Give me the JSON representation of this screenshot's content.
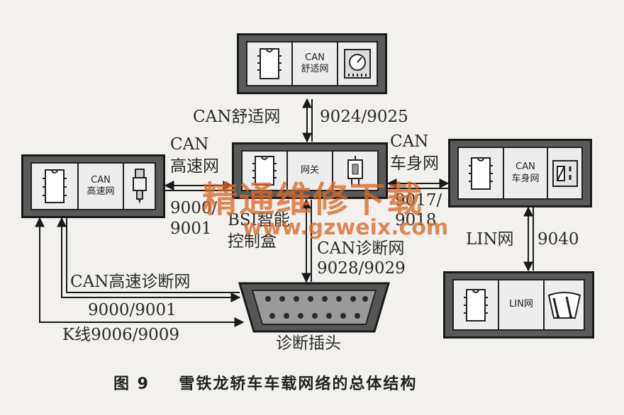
{
  "modules": {
    "comfort": {
      "line1": "CAN",
      "line2": "舒适网"
    },
    "highspeed": {
      "line1": "CAN",
      "line2": "高速网"
    },
    "gateway": {
      "line1": "网关"
    },
    "body": {
      "line1": "CAN",
      "line2": "车身网"
    },
    "lin": {
      "line1": "LIN网"
    }
  },
  "labels": {
    "can_comfort": "CAN舒适网",
    "comfort_ids": "9024/9025",
    "can_high_l1": "CAN",
    "can_high_l2": "高速网",
    "high_ids_l1": "9000/",
    "high_ids_l2": "9001",
    "bsi_l1": "BSI智能",
    "bsi_l2": "控制盒",
    "can_body_l1": "CAN",
    "can_body_l2": "车身网",
    "body_ids_l1": "9017/",
    "body_ids_l2": "9018",
    "lin_net": "LIN网",
    "lin_id": "9040",
    "can_diag": "CAN诊断网",
    "diag_ids": "9028/9029",
    "can_high_diag": "CAN高速诊断网",
    "high_diag_ids": "9000/9001",
    "k_line": "K线9006/9009",
    "diag_plug": "诊断插头"
  },
  "watermark": {
    "cn": "精通维修下载",
    "url": "www.gzweix.com"
  },
  "caption": {
    "fig": "图 9",
    "title": "雪铁龙轿车车载网络的总体结构"
  },
  "colors": {
    "module_bg": "#5a5a5a",
    "panel": "#ededed",
    "watermark": "#d96a2a",
    "line": "#1a1a1a"
  }
}
